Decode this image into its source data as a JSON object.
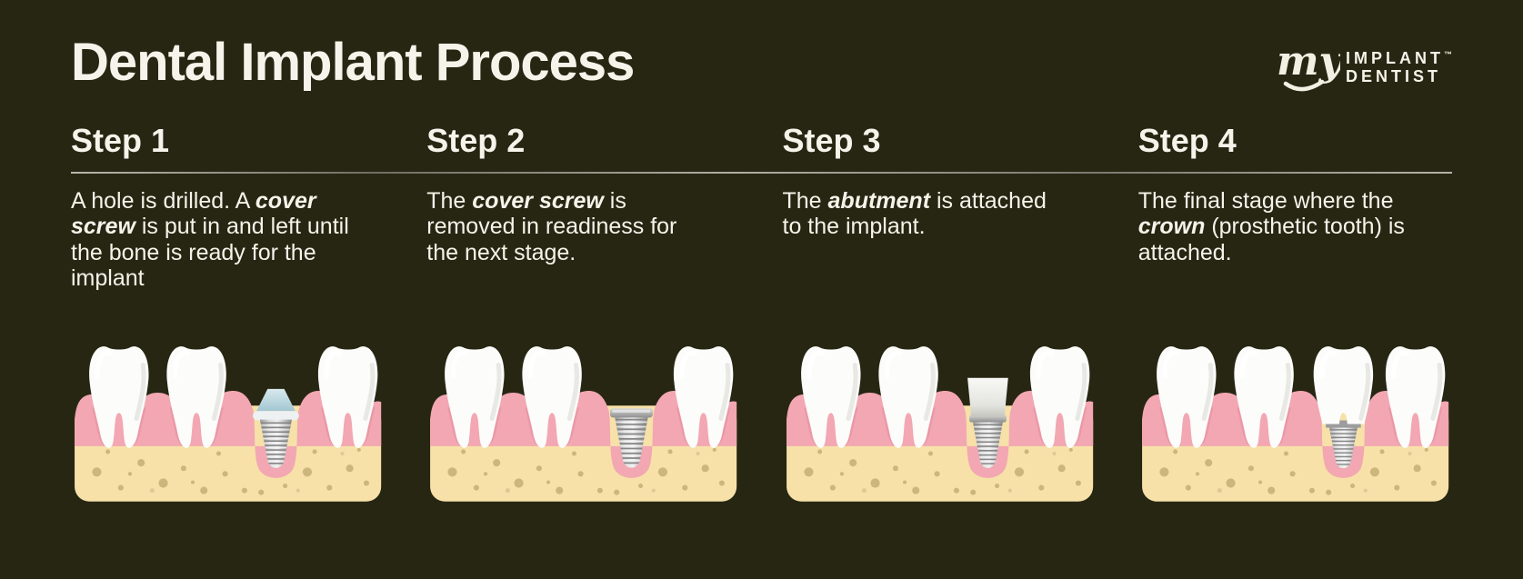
{
  "colors": {
    "bg": "#272613",
    "text": "#f6f4ea",
    "rule": "#8e8c80",
    "bone": "#f7e1a8",
    "speckle": "#c2a96f",
    "gum": "#f2a7b2",
    "sheath": "#eb97a6",
    "tooth": "#fcfcfa",
    "tooth_shadow": "#e6e6e1",
    "cover_screw_blue": "#aecfd9"
  },
  "header": {
    "title": "Dental Implant Process",
    "logo": {
      "script": "my",
      "word1": "IMPLANT",
      "word2": "DENTIST",
      "trademark": "™"
    }
  },
  "steps": [
    {
      "label": "Step 1",
      "description": [
        {
          "t": "A hole is drilled. A "
        },
        {
          "t": "cover screw",
          "em": true
        },
        {
          "t": " is put in and left until the bone is ready for the implant"
        }
      ],
      "illustration": "teeth-with-implant-cover-screw"
    },
    {
      "label": "Step 2",
      "description": [
        {
          "t": "The "
        },
        {
          "t": "cover screw",
          "em": true
        },
        {
          "t": " is removed in readiness for the next stage."
        }
      ],
      "illustration": "teeth-with-exposed-implant-screw"
    },
    {
      "label": "Step 3",
      "description": [
        {
          "t": "The "
        },
        {
          "t": "abutment",
          "em": true
        },
        {
          "t": " is attached to the implant."
        }
      ],
      "illustration": "teeth-with-implant-abutment"
    },
    {
      "label": "Step 4",
      "description": [
        {
          "t": "The final stage where the "
        },
        {
          "t": "crown",
          "em": true
        },
        {
          "t": " (prosthetic tooth) is attached."
        }
      ],
      "illustration": "teeth-with-implant-crown"
    }
  ]
}
